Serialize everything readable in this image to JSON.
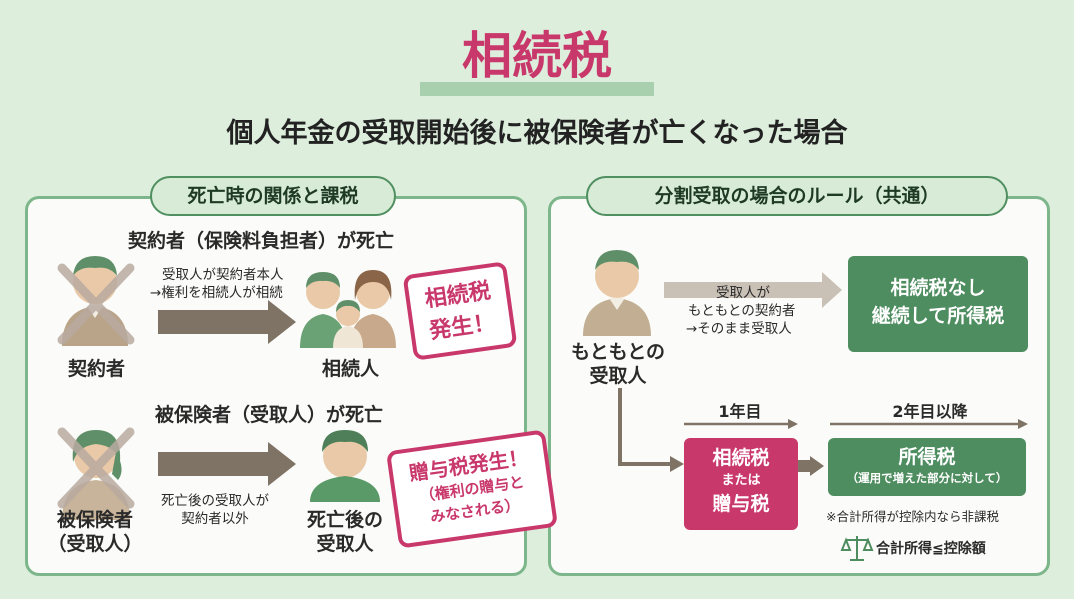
{
  "title": "相続税",
  "subtitle": "個人年金の受取開始後に被保険者が亡くなった場合",
  "left_panel": {
    "heading": "死亡時の関係と課税",
    "case1": {
      "title": "契約者（保険料負担者）が死亡",
      "arrow_line1": "受取人が契約者本人",
      "arrow_line2": "→権利を相続人が相続",
      "from_label": "契約者",
      "to_label": "相続人",
      "stamp_line1": "相続税",
      "stamp_line2": "発生！"
    },
    "case2": {
      "title": "被保険者（受取人）が死亡",
      "arrow_line1": "死亡後の受取人が",
      "arrow_line2": "契約者以外",
      "from_label_line1": "被保険者",
      "from_label_line2": "（受取人）",
      "to_label_line1": "死亡後の",
      "to_label_line2": "受取人",
      "stamp_line1": "贈与税発生！",
      "stamp_line2": "（権利の贈与と",
      "stamp_line3": "みなされる）"
    }
  },
  "right_panel": {
    "heading": "分割受取の場合のルール（共通）",
    "person_label_line1": "もともとの",
    "person_label_line2": "受取人",
    "arrow_line1": "受取人が",
    "arrow_line2": "もともとの契約者",
    "arrow_line3": "→そのまま受取人",
    "box_no_inheritance_line1": "相続税なし",
    "box_no_inheritance_line2": "継続して所得税",
    "year1_label": "1年目",
    "year2_label": "2年目以降",
    "box_year1_line1": "相続税",
    "box_year1_line2": "または",
    "box_year1_line3": "贈与税",
    "box_year2_line1": "所得税",
    "box_year2_line2": "（運用で増えた部分に対して）",
    "note": "※合計所得が控除内なら非課税",
    "scale_text": "合計所得≦控除額"
  },
  "colors": {
    "background": "#ddeedd",
    "accent_pink": "#c9386b",
    "accent_green": "#4e8d60",
    "arrow_brown": "#7f7366"
  },
  "icons": [
    "person-icon",
    "family-icon",
    "cross-mark-icon",
    "scale-icon",
    "arrow-icon"
  ]
}
